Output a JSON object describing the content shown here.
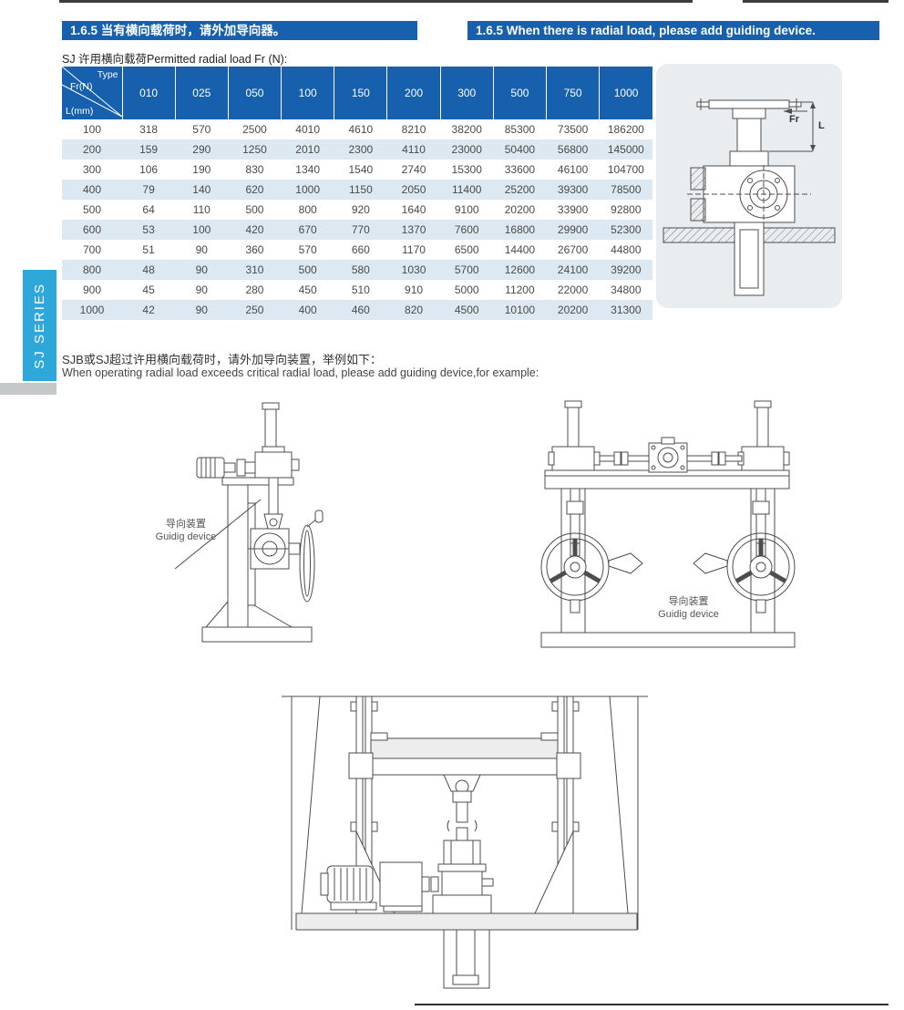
{
  "header": {
    "title_cn": "1.6.5  当有横向载荷时，请外加导向器。",
    "title_en": "1.6.5  When there is radial load, please add guiding device."
  },
  "sidebar": {
    "series_label": "SJ SERIES"
  },
  "table": {
    "caption": "SJ 许用横向载荷Permitted radial load Fr (N):",
    "corner": {
      "type": "Type",
      "fr": "Fr(N)",
      "l": "L(mm)"
    },
    "columns": [
      "010",
      "025",
      "050",
      "100",
      "150",
      "200",
      "300",
      "500",
      "750",
      "1000"
    ],
    "rows": [
      {
        "l": "100",
        "values": [
          "318",
          "570",
          "2500",
          "4010",
          "4610",
          "8210",
          "38200",
          "85300",
          "73500",
          "186200"
        ]
      },
      {
        "l": "200",
        "values": [
          "159",
          "290",
          "1250",
          "2010",
          "2300",
          "4110",
          "23000",
          "50400",
          "56800",
          "145000"
        ]
      },
      {
        "l": "300",
        "values": [
          "106",
          "190",
          "830",
          "1340",
          "1540",
          "2740",
          "15300",
          "33600",
          "46100",
          "104700"
        ]
      },
      {
        "l": "400",
        "values": [
          "79",
          "140",
          "620",
          "1000",
          "1150",
          "2050",
          "11400",
          "25200",
          "39300",
          "78500"
        ]
      },
      {
        "l": "500",
        "values": [
          "64",
          "110",
          "500",
          "800",
          "920",
          "1640",
          "9100",
          "20200",
          "33900",
          "92800"
        ]
      },
      {
        "l": "600",
        "values": [
          "53",
          "100",
          "420",
          "670",
          "770",
          "1370",
          "7600",
          "16800",
          "29900",
          "52300"
        ]
      },
      {
        "l": "700",
        "values": [
          "51",
          "90",
          "360",
          "570",
          "660",
          "1170",
          "6500",
          "14400",
          "26700",
          "44800"
        ]
      },
      {
        "l": "800",
        "values": [
          "48",
          "90",
          "310",
          "500",
          "580",
          "1030",
          "5700",
          "12600",
          "24100",
          "39200"
        ]
      },
      {
        "l": "900",
        "values": [
          "45",
          "90",
          "280",
          "450",
          "510",
          "910",
          "5000",
          "11200",
          "22000",
          "34800"
        ]
      },
      {
        "l": "1000",
        "values": [
          "42",
          "90",
          "250",
          "400",
          "460",
          "820",
          "4500",
          "10100",
          "20200",
          "31300"
        ]
      }
    ]
  },
  "note": {
    "cn": "SJB或SJ超过许用横向载荷时，请外加导向装置，举例如下：",
    "en": "When operating radial load exceeds critical radial load, please add guiding device,for example:"
  },
  "figure": {
    "fr": "Fr",
    "l": "L"
  },
  "labels": {
    "guide_cn": "导向装置",
    "guide_en": "Guidig device"
  },
  "colors": {
    "primary_blue": "#1660ad",
    "row_alt": "#dde9f2",
    "sidebar_cyan": "#2ea7da",
    "panel_bg": "#e9edf0"
  }
}
